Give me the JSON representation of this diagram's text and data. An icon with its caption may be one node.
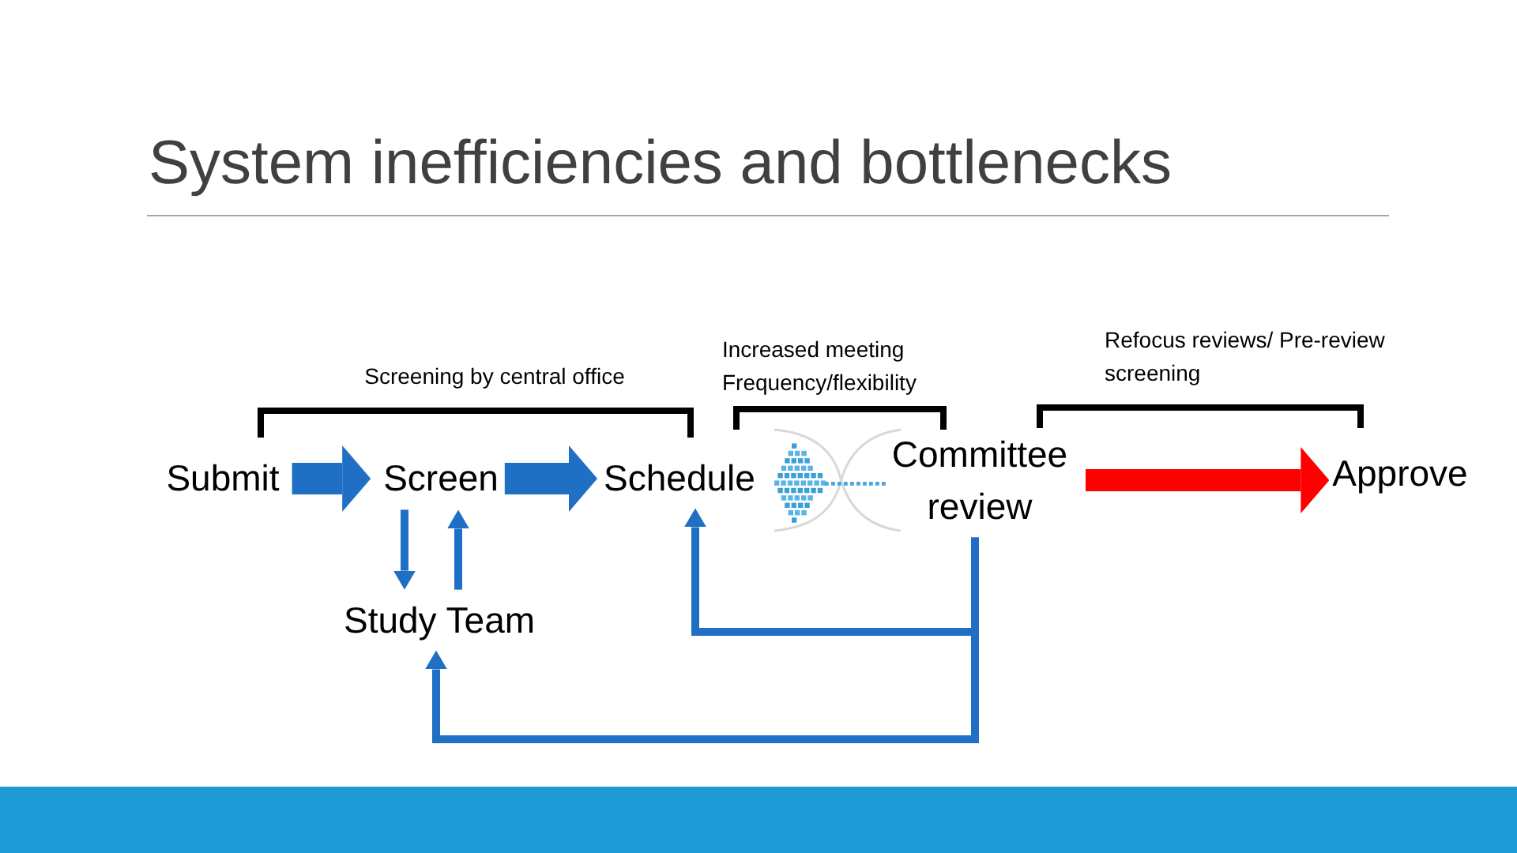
{
  "diagram": {
    "title": "System inefficiencies and bottlenecks",
    "nodes": [
      {
        "text": [
          "Submit"
        ]
      },
      {
        "text": [
          "Screen"
        ]
      },
      {
        "text": [
          "Schedule"
        ]
      },
      {
        "text": [
          "Committee review"
        ]
      },
      {
        "text": [
          "Approve"
        ]
      },
      {
        "text": [
          "Study Team"
        ]
      }
    ],
    "edges": [
      {
        "from": 0,
        "to": 1,
        "arrow": "to",
        "style": "thick"
      },
      {
        "from": 1,
        "to": 2,
        "arrow": "to",
        "style": "thick"
      },
      {
        "from": 3,
        "to": 4,
        "arrow": "to",
        "style": "thick",
        "color": "#ff0000"
      },
      {
        "from": 1,
        "to": 5,
        "arrow": "to"
      },
      {
        "from": 5,
        "to": 1,
        "arrow": "to"
      },
      {
        "from": 3,
        "to": 2,
        "arrow": "to"
      },
      {
        "from": 3,
        "to": 5,
        "arrow": "to"
      }
    ],
    "labels": [
      "Screening by central office",
      "Increased meeting Frequency/flexibility",
      "Refocus reviews/ Pre-review screening"
    ]
  }
}
